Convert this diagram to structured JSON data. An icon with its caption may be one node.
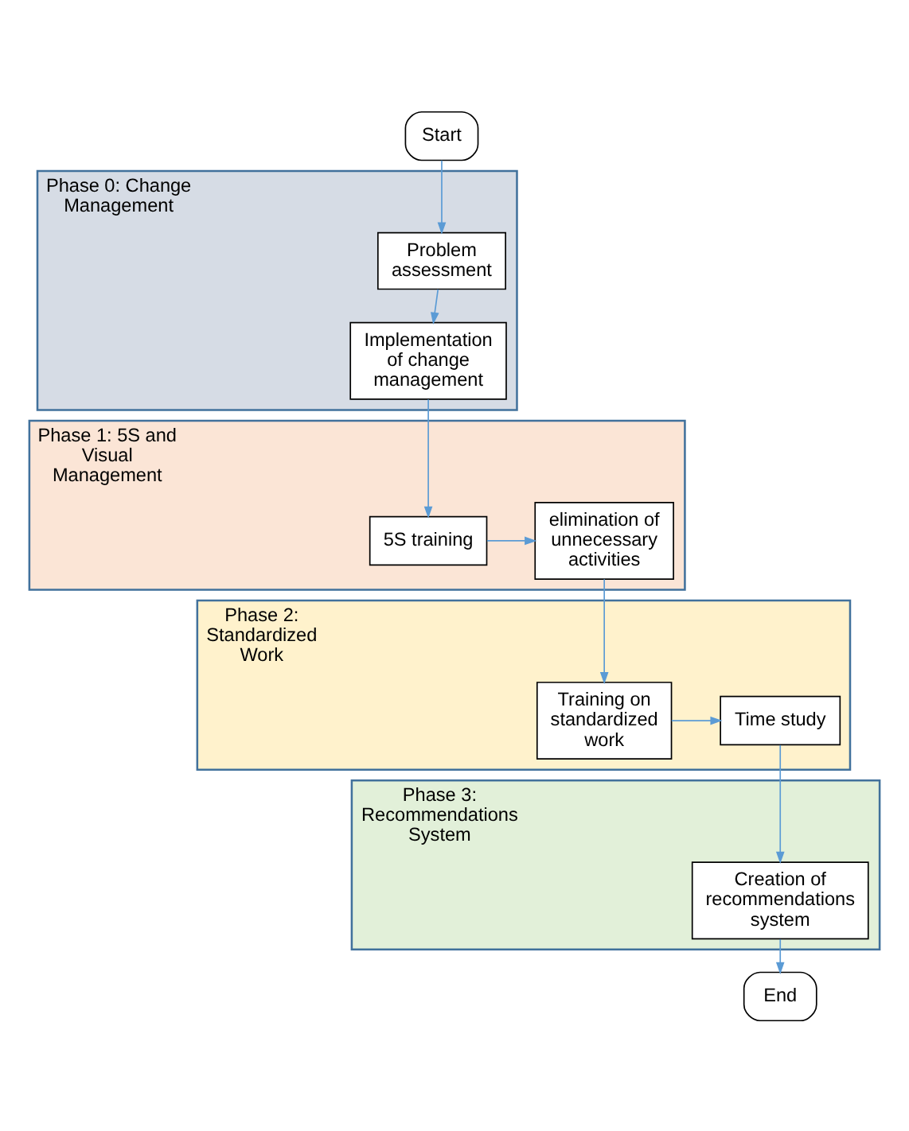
{
  "diagram": {
    "nodes": [
      {
        "text": [
          "Start"
        ]
      },
      {
        "text": [
          "Phase 0: Change Management"
        ]
      },
      {
        "text": [
          "Problem assessment"
        ],
        "in": 1
      },
      {
        "text": [
          "Implementation of change management"
        ],
        "in": 1
      },
      {
        "text": [
          "Phase 1: 5S and Visual Management"
        ]
      },
      {
        "text": [
          "5S training"
        ],
        "in": 4
      },
      {
        "text": [
          "elimination of unnecessary activities"
        ],
        "in": 4
      },
      {
        "text": [
          "Phase 2: Standardized Work"
        ]
      },
      {
        "text": [
          "Training on standardized work"
        ],
        "in": 7
      },
      {
        "text": [
          "Time study"
        ],
        "in": 7
      },
      {
        "text": [
          "Phase 3: Recommendations System"
        ]
      },
      {
        "text": [
          "Creation of recommendations system"
        ],
        "in": 10
      },
      {
        "text": [
          "End"
        ]
      }
    ],
    "edges": [
      {
        "from": 0,
        "to": 2,
        "arrow": "to"
      },
      {
        "from": 2,
        "to": 3,
        "arrow": "to"
      },
      {
        "from": 3,
        "to": 5,
        "arrow": "to"
      },
      {
        "from": 5,
        "to": 6,
        "arrow": "to"
      },
      {
        "from": 6,
        "to": 8,
        "arrow": "to"
      },
      {
        "from": 8,
        "to": 9,
        "arrow": "to"
      },
      {
        "from": 9,
        "to": 11,
        "arrow": "to"
      },
      {
        "from": 11,
        "to": 12,
        "arrow": "to"
      }
    ]
  }
}
